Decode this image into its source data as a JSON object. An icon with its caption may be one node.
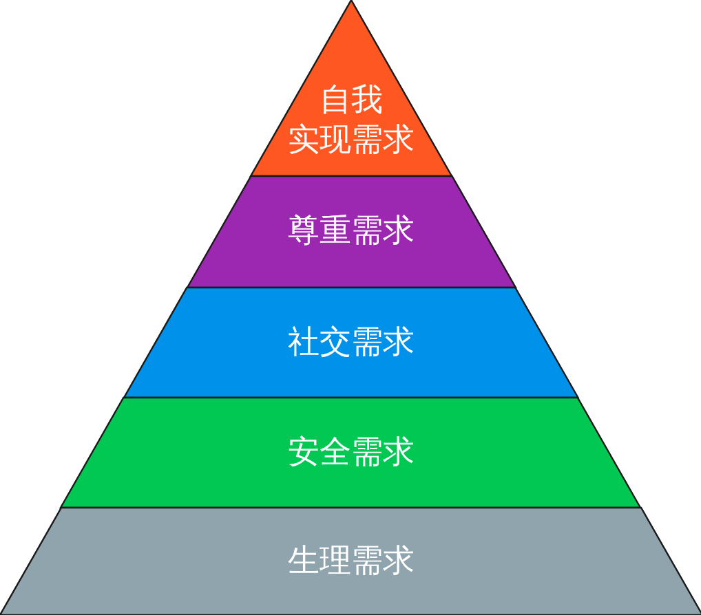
{
  "diagram": {
    "nodes": [
      {
        "text": [
          "自我实现需求"
        ]
      },
      {
        "text": [
          "尊重需求"
        ]
      },
      {
        "text": [
          "社交需求"
        ]
      },
      {
        "text": [
          "安全需求"
        ]
      },
      {
        "text": [
          "生理需求"
        ]
      }
    ]
  }
}
